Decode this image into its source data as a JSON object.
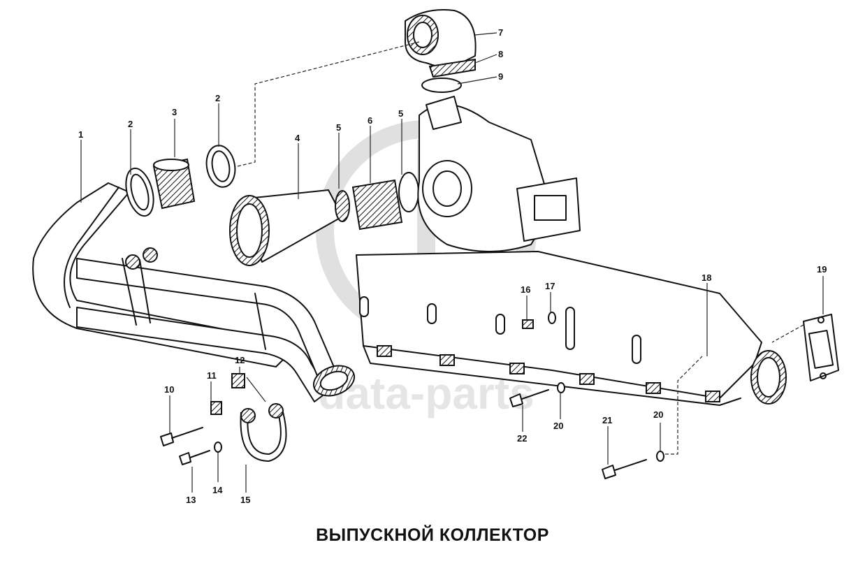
{
  "title": "ВЫПУСКНОЙ КОЛЛЕКТОР",
  "watermark": "data-parts",
  "callouts": [
    {
      "id": "c1",
      "text": "1"
    },
    {
      "id": "c2a",
      "text": "2"
    },
    {
      "id": "c2b",
      "text": "2"
    },
    {
      "id": "c3",
      "text": "3"
    },
    {
      "id": "c4",
      "text": "4"
    },
    {
      "id": "c5a",
      "text": "5"
    },
    {
      "id": "c5b",
      "text": "5"
    },
    {
      "id": "c6",
      "text": "6"
    },
    {
      "id": "c7",
      "text": "7"
    },
    {
      "id": "c8",
      "text": "8"
    },
    {
      "id": "c9",
      "text": "9"
    },
    {
      "id": "c10",
      "text": "10"
    },
    {
      "id": "c11",
      "text": "11"
    },
    {
      "id": "c12",
      "text": "12"
    },
    {
      "id": "c13",
      "text": "13"
    },
    {
      "id": "c14",
      "text": "14"
    },
    {
      "id": "c15",
      "text": "15"
    },
    {
      "id": "c16",
      "text": "16"
    },
    {
      "id": "c17",
      "text": "17"
    },
    {
      "id": "c18",
      "text": "18"
    },
    {
      "id": "c19",
      "text": "19"
    },
    {
      "id": "c20a",
      "text": "20"
    },
    {
      "id": "c20b",
      "text": "20"
    },
    {
      "id": "c21",
      "text": "21"
    },
    {
      "id": "c22",
      "text": "22"
    }
  ]
}
